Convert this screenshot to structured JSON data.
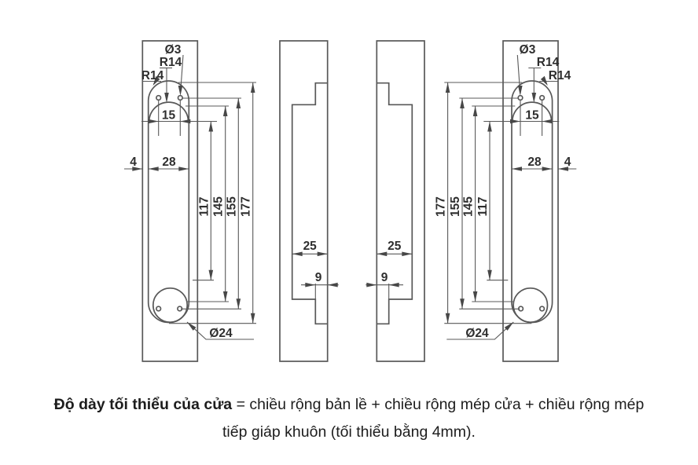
{
  "drawing": {
    "left_plate": {
      "dia3": "Ø3",
      "r14_inner": "R14",
      "r14_outer": "R14",
      "hole_spacing": "15",
      "edge_margin": "4",
      "slot_width": "28",
      "len_117": "117",
      "len_145": "145",
      "len_155": "155",
      "len_177": "177",
      "dia24": "Ø24"
    },
    "left_profile": {
      "groove_width": "25",
      "tab_width": "9"
    },
    "right_profile": {
      "groove_width": "25",
      "tab_width": "9"
    },
    "right_plate": {
      "dia3": "Ø3",
      "r14_inner": "R14",
      "r14_outer": "R14",
      "hole_spacing": "15",
      "edge_margin": "4",
      "slot_width": "28",
      "len_117": "117",
      "len_145": "145",
      "len_155": "155",
      "len_177": "177",
      "dia24": "Ø24"
    }
  },
  "caption": {
    "bold": "Độ dày tối thiểu của cửa",
    "text": " = chiều rộng bản lề + chiều rộng mép cửa + chiều rộng mép tiếp giáp khuôn (tối thiểu bằng 4mm)."
  },
  "colors": {
    "background": "#ffffff",
    "line": "#585858",
    "arrow": "#474747",
    "dim_text": "#2e2e2e",
    "caption_text": "#1d1d1d"
  }
}
